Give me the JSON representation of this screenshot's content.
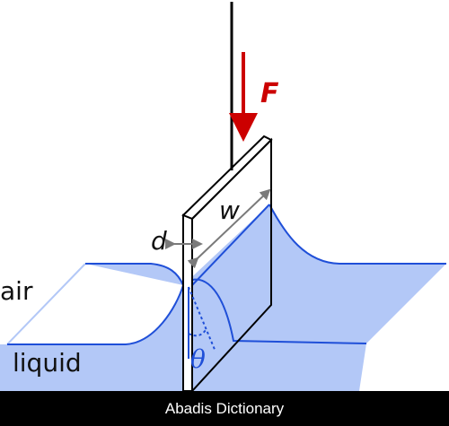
{
  "labels": {
    "force": "F",
    "width": "w",
    "thickness": "d",
    "air": "air",
    "liquid": "liquid",
    "angle": "θ"
  },
  "colors": {
    "force_arrow": "#cc0000",
    "liquid_fill": "#b3c8f7",
    "meniscus_line": "#1f4fd8",
    "dimension_arrow": "#7a7a7a",
    "outline": "#000000",
    "footer_bg": "#000000",
    "footer_text": "#ffffff"
  },
  "footer": {
    "text": "Abadis Dictionary"
  }
}
